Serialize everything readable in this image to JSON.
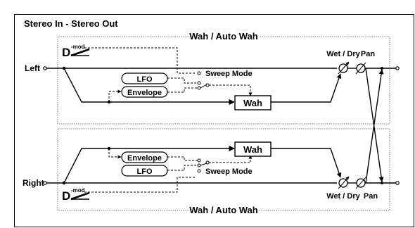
{
  "title": "Stereo In - Stereo Out",
  "block_label_top": "Wah / Auto Wah",
  "block_label_bottom": "Wah / Auto Wah",
  "left_input": "Left",
  "right_input": "Right",
  "dmod": {
    "letter": "D",
    "superscript": "-mod"
  },
  "top": {
    "lfo": "LFO",
    "envelope": "Envelope",
    "sweep_mode": "Sweep Mode",
    "wah": "Wah",
    "wet_dry": "Wet / Dry",
    "pan": "Pan"
  },
  "bottom": {
    "envelope": "Envelope",
    "lfo": "LFO",
    "sweep_mode": "Sweep Mode",
    "wah": "Wah",
    "wet_dry": "Wet / Dry",
    "pan": "Pan"
  }
}
